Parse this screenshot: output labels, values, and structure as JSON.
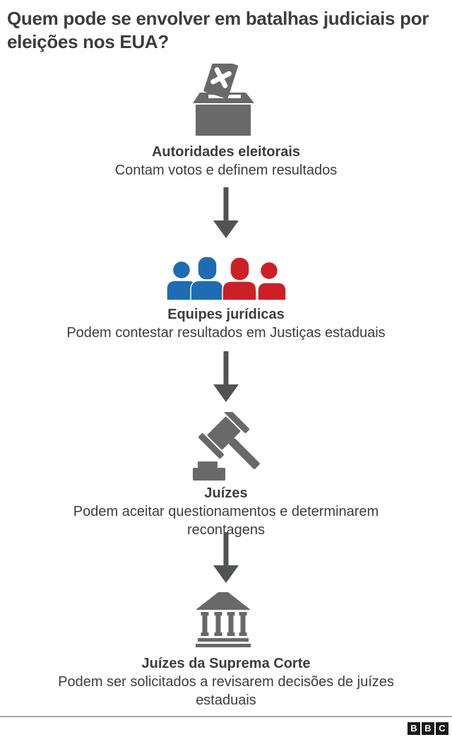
{
  "title": "Quem pode se envolver em batalhas judiciais por eleições nos EUA?",
  "colors": {
    "text": "#3b3d3f",
    "icon_gray": "#696969",
    "arrow_gray": "#505254",
    "blue": "#1e6cb3",
    "red": "#cc2026",
    "rule_gray": "#a9a9a9",
    "logo_bg": "#1a1a1a"
  },
  "steps": [
    {
      "icon": "ballot-box-icon",
      "heading": "Autoridades eleitorais",
      "description": "Contam votos e definem resultados"
    },
    {
      "icon": "legal-teams-icon",
      "heading": "Equipes jurídicas",
      "description": "Podem contestar resultados em Justiças estaduais"
    },
    {
      "icon": "gavel-icon",
      "heading": "Juízes",
      "description": "Podem aceitar questionamentos e determinarem recontagens"
    },
    {
      "icon": "supreme-court-icon",
      "heading": "Juízes da Suprema Corte",
      "description": "Podem ser solicitados a revisarem decisões de juízes estaduais"
    }
  ],
  "footer": {
    "logo_letters": [
      "B",
      "B",
      "C"
    ]
  }
}
